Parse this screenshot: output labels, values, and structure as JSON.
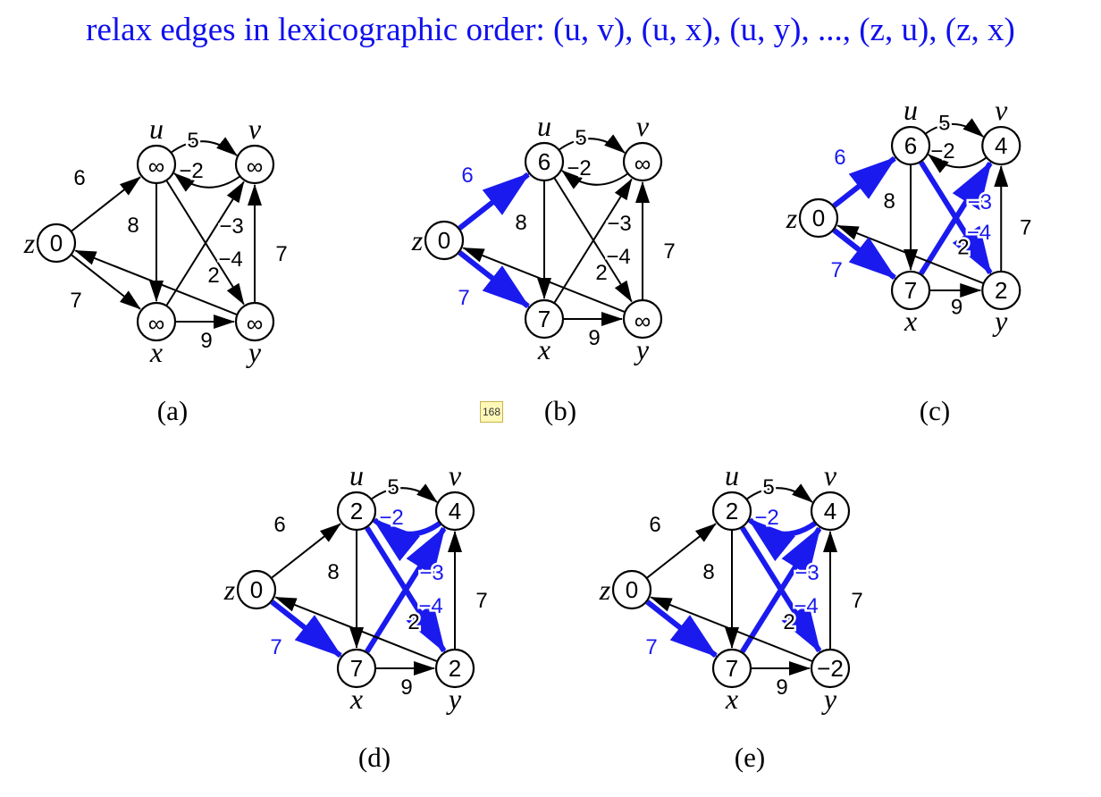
{
  "header": {
    "text": "relax edges in lexicographic  order: (u, v), (u, x), (u, y), ..., (z, u), (z, x)"
  },
  "slide_badge": "168",
  "colors": {
    "highlight": "#1a1aee",
    "normal": "#000000"
  },
  "graph": {
    "nodes": [
      "u",
      "v",
      "x",
      "y",
      "z"
    ],
    "edges": [
      {
        "id": "uv",
        "from": "u",
        "to": "v",
        "w": "5"
      },
      {
        "id": "vu",
        "from": "v",
        "to": "u",
        "w": "−2"
      },
      {
        "id": "ux",
        "from": "u",
        "to": "x",
        "w": "8"
      },
      {
        "id": "uy",
        "from": "u",
        "to": "y",
        "w": "−4"
      },
      {
        "id": "xv",
        "from": "x",
        "to": "v",
        "w": "−3"
      },
      {
        "id": "xy",
        "from": "x",
        "to": "y",
        "w": "9"
      },
      {
        "id": "yv",
        "from": "y",
        "to": "v",
        "w": "7"
      },
      {
        "id": "yz",
        "from": "y",
        "to": "z",
        "w": "2"
      },
      {
        "id": "zu",
        "from": "z",
        "to": "u",
        "w": "6"
      },
      {
        "id": "zx",
        "from": "z",
        "to": "x",
        "w": "7"
      }
    ]
  },
  "panels": [
    {
      "caption": "(a)",
      "values": {
        "u": "∞",
        "v": "∞",
        "x": "∞",
        "y": "∞",
        "z": "0"
      },
      "highlight": []
    },
    {
      "caption": "(b)",
      "values": {
        "u": "6",
        "v": "∞",
        "x": "7",
        "y": "∞",
        "z": "0"
      },
      "highlight": [
        "zu",
        "zx"
      ]
    },
    {
      "caption": "(c)",
      "values": {
        "u": "6",
        "v": "4",
        "x": "7",
        "y": "2",
        "z": "0"
      },
      "highlight": [
        "zu",
        "zx",
        "uy",
        "xv"
      ]
    },
    {
      "caption": "(d)",
      "values": {
        "u": "2",
        "v": "4",
        "x": "7",
        "y": "2",
        "z": "0"
      },
      "highlight": [
        "vu",
        "zx",
        "uy",
        "xv"
      ]
    },
    {
      "caption": "(e)",
      "values": {
        "u": "2",
        "v": "4",
        "x": "7",
        "y": "−2",
        "z": "0"
      },
      "highlight": [
        "vu",
        "zx",
        "uy",
        "xv"
      ]
    }
  ]
}
